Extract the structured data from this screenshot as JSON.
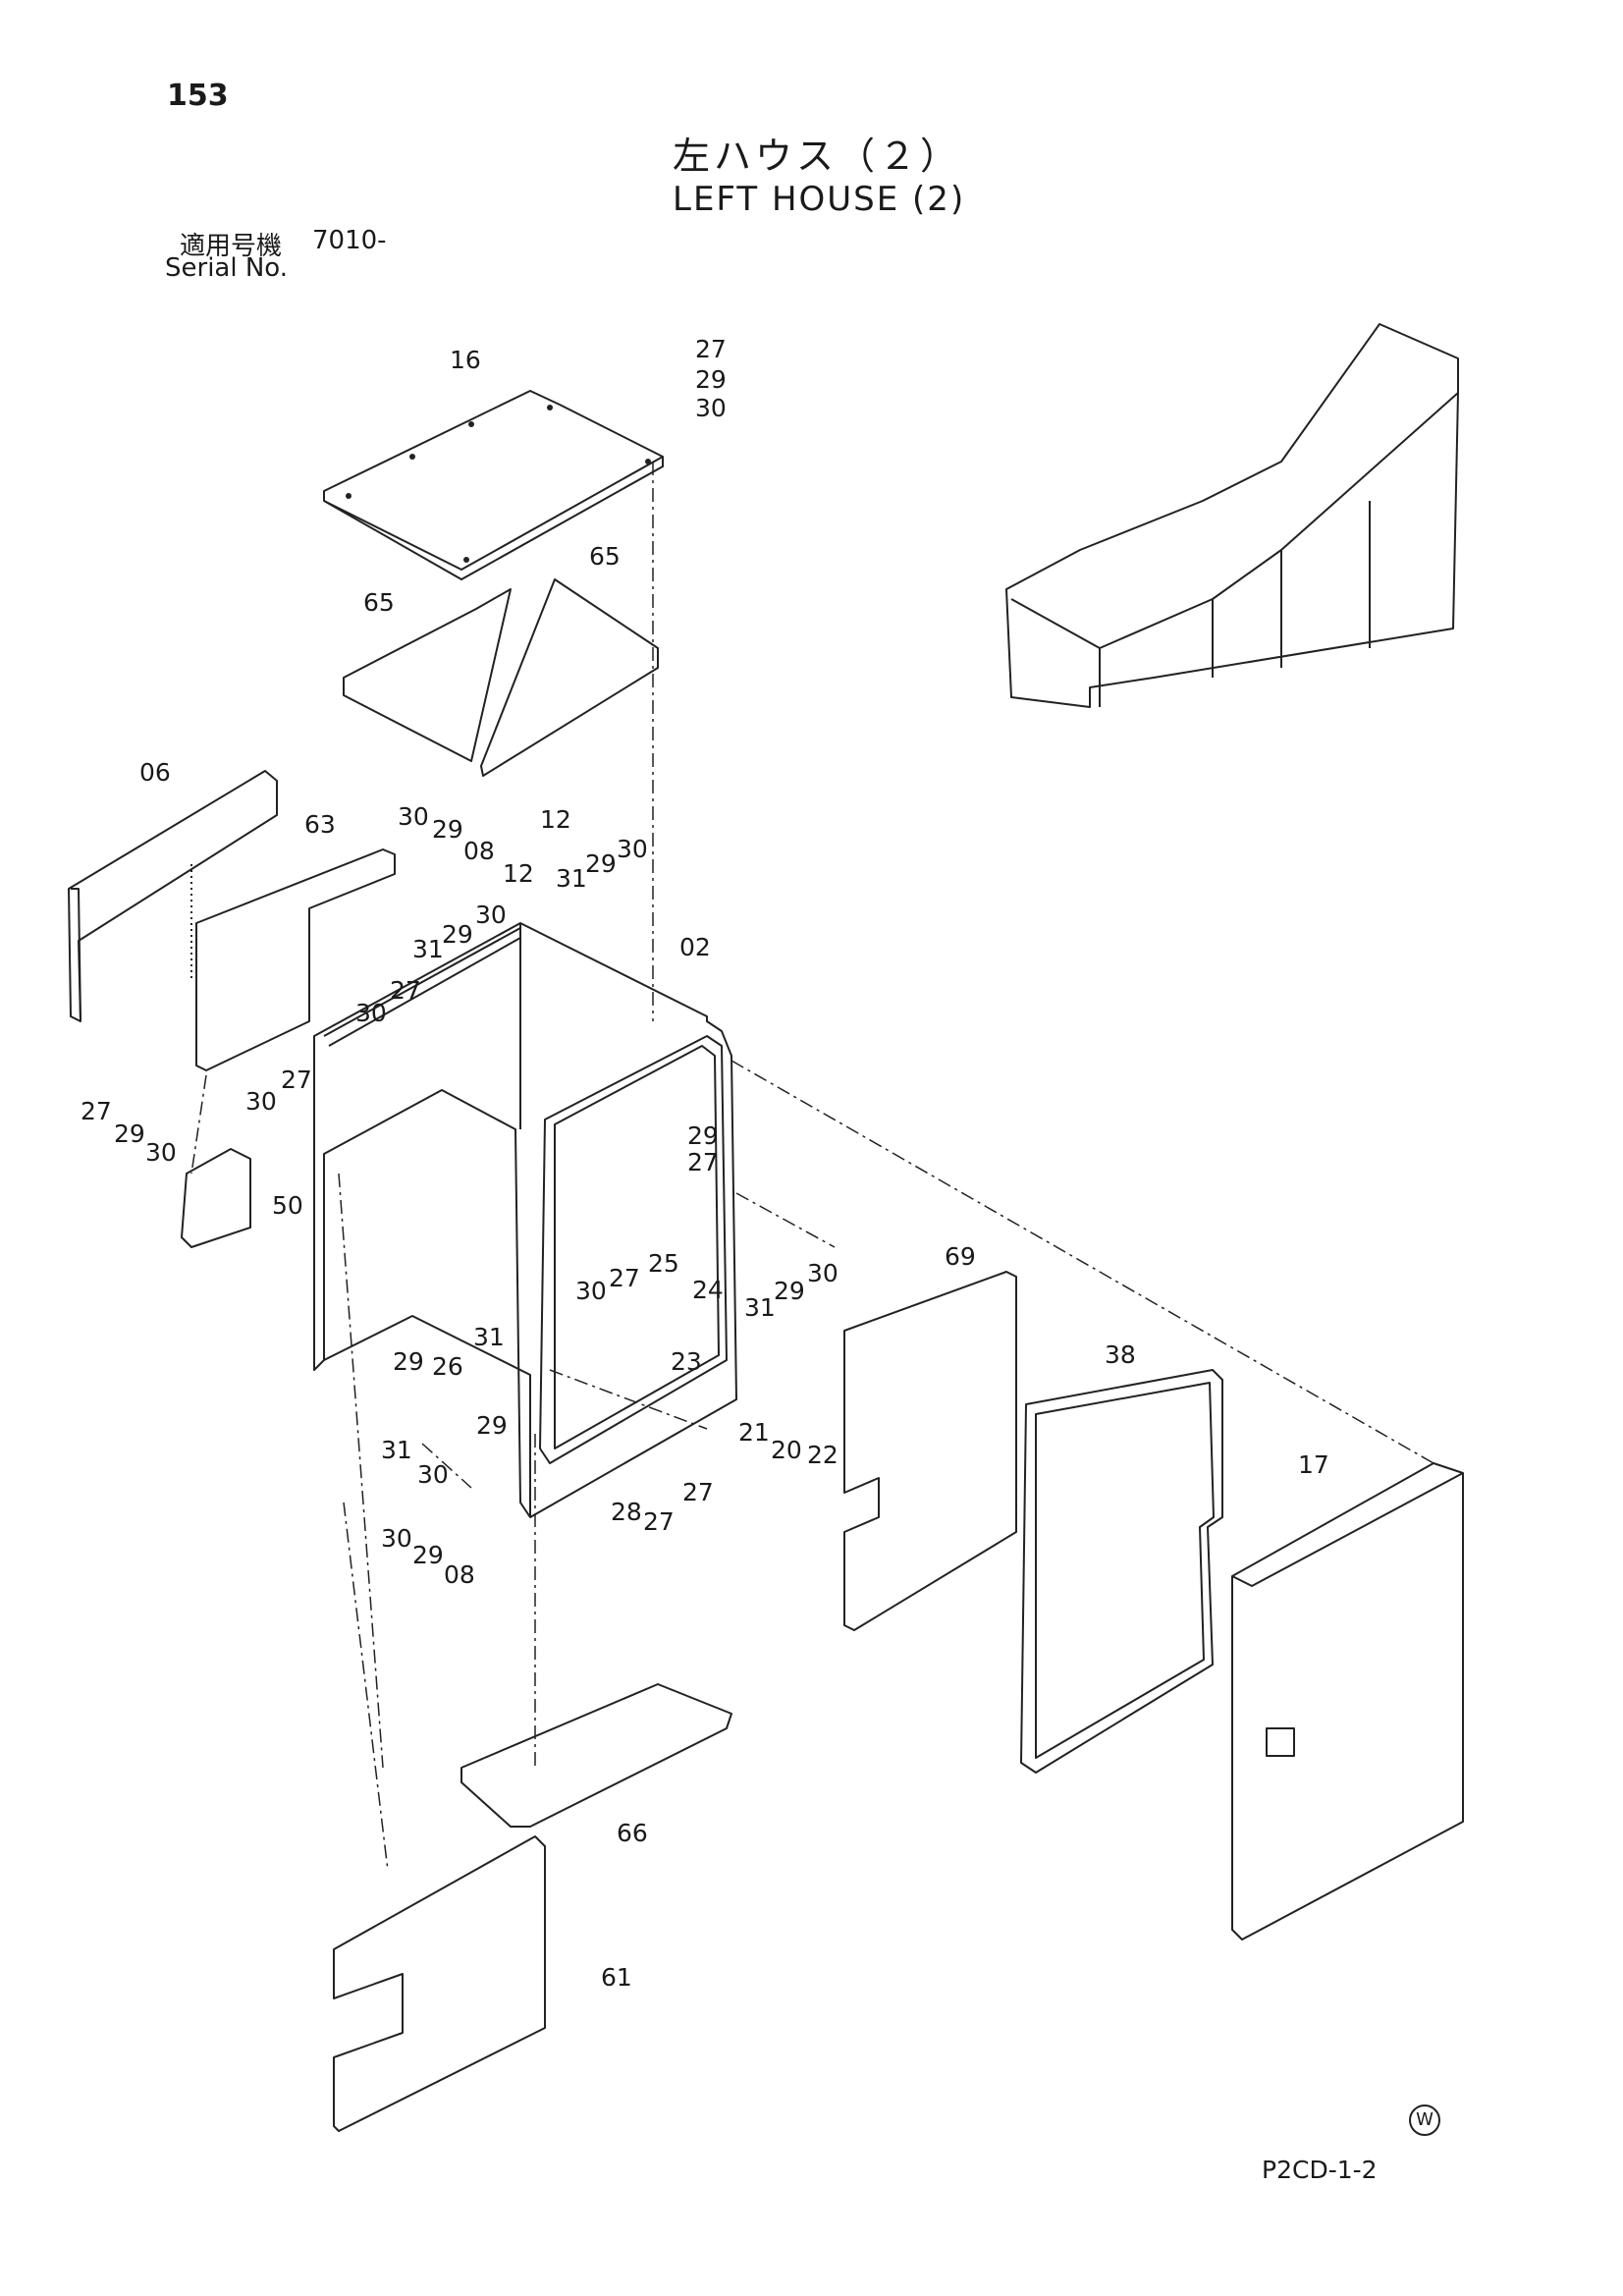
{
  "page_number": "153",
  "title_jp": "左ハウス（２）",
  "title_en": "LEFT HOUSE (2)",
  "serial_label_jp": "適用号機",
  "serial_value": "7010-",
  "serial_label_en": "Serial No.",
  "circle_mark": "W",
  "drawing_ref": "P2CD-1-2",
  "part_labels": [
    "27",
    "29",
    "30",
    "16",
    "65",
    "65",
    "06",
    "63",
    "30",
    "29",
    "08",
    "12",
    "31",
    "29",
    "30",
    "12",
    "31",
    "29",
    "30",
    "02",
    "27",
    "30",
    "27",
    "30",
    "27",
    "29",
    "30",
    "50",
    "29",
    "27",
    "30",
    "27",
    "25",
    "24",
    "31",
    "29",
    "30",
    "69",
    "23",
    "38",
    "29",
    "26",
    "31",
    "29",
    "21",
    "20",
    "22",
    "31",
    "30",
    "28",
    "27",
    "27",
    "30",
    "29",
    "08",
    "17",
    "66",
    "61"
  ]
}
